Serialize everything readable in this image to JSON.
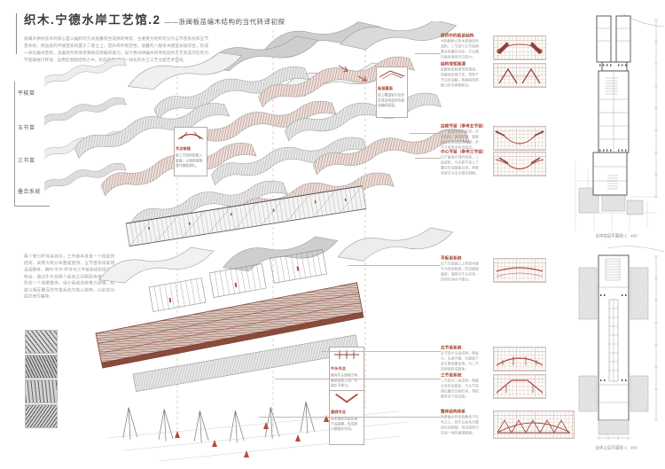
{
  "colors": {
    "accent": "#a8402f",
    "brick": "#8c4038",
    "red": "#b5483a",
    "timber": "#8a4a3c"
  },
  "header": {
    "title": "织木.宁德水岸工艺馆.2",
    "subtitle": "——浙闽板苗编木结构的当代转译初探",
    "paragraph": [
      "浙闽木拱桥技术的核心是以编织的方式层叠咬合成拱的骨架，主要受力结构可分为三节苗系统和五节苗系统，附加层的平梭苗系统置于二者之上，提升杆件稳定性。层叠的八根条木相互穿插咬合，形成一体化编木结构，具备现代桥梁承受各向荷载的能力。设计尝试将编木的传统造桥工艺及其内在的力学逻辑进行转译，运用在屋面结构之中，形成结构-空间一体化的乡土工艺主题艺术空间。"
    ]
  },
  "legend": {
    "items": [
      "平梭苗",
      "五节苗",
      "三节苗",
      "叠合系统"
    ]
  },
  "left_note": {
    "lines": [
      "两个受力杆件系统中，三节苗本身是一个稳定的结构，采用大跨分布整座屋顶；五节苗系统柔韧且成整体，横向“牛头”杆件与三节苗系统形成互相咬合，通过牛头在两个系统之间相互传递荷载，形成一个完整整体。设计延续这种受力逻辑，将苗以相互叠压的节苗系统为核心结构，以此划分层次进行编排。"
    ]
  },
  "callouts": [
    {
      "title": "节点穿插",
      "lines": [
        "取三节苗拱架置入",
        "屋面，以钢质抱箍",
        "替代麻筋绑扎。"
      ]
    },
    {
      "title": "板苗屋面",
      "lines": [
        "苗上覆望板与瓦作",
        "形成连续起伏的板",
        "苗编织屋面。"
      ]
    },
    {
      "title": "牛头节点",
      "lines": [
        "横向牛头穿插于两",
        "套苗系统之间，传",
        "递水平推力。"
      ]
    },
    {
      "title": "悬挑节点",
      "lines": [
        "苗木端部出挑反翘",
        "下设斜撑，形成檐",
        "口悬挑灰空间。"
      ]
    }
  ],
  "annotations": [
    {
      "title": "原桥中的板苗结构",
      "lines": [
        "木拱廊桥以条木穿插咬合",
        "成拱，三节苗与五节苗两",
        "套系统叠压共存，牛头横",
        "向联系使其均匀受力。"
      ]
    },
    {
      "title": "结构弯矩推演",
      "lines": [
        "取廊桥结构做弯矩推演，",
        "荷载经桥面下传，弯矩于",
        "节点处消解，两端斜苗将",
        "推力传至两侧桥台。"
      ]
    },
    {
      "title": "边梭节苗（参考五节苗）",
      "lines": [
        "位于屋面两侧的长苗，分",
        "段搭接、端部反翘，使屋",
        "面形成连续起伏曲线，并",
        "与下层苗木咬合固定。"
      ]
    },
    {
      "title": "中心节苗（参考三节苗）",
      "lines": [
        "位于屋面中部的短苗，三",
        "段成拱，与边梭节苗上下",
        "叠压形成屋面谷线，两套",
        "系统互为支点相互制衡。"
      ]
    },
    {
      "title": "平板苗系统",
      "lines": [
        "在下凹曲面之上将苗木展",
        "平为连续板面，形成屋面",
        "基层；端部与牛头咬合，",
        "协同传递水平推力。"
      ]
    },
    {
      "title": "五节苗系统",
      "lines": [
        "五节苗分五段成拱，跨度",
        "大、矢高平缓，为屋面下",
        "层主要承重系统，与三节",
        "苗穿插形成整体。"
      ]
    },
    {
      "title": "三节苗系统",
      "lines": [
        "三节苗分三段成拱，刚度",
        "大且形态稳定，与五节苗",
        "错位叠压互相约束，将荷",
        "载传至下部支座。"
      ]
    },
    {
      "title": "整体结构体系",
      "lines": [
        "两套编木拱系统叠合于柱",
        "列之上，经牛头联系为整",
        "体空间网架，形成结构与",
        "空间一体的展馆屋面。"
      ]
    }
  ],
  "plans": [
    {
      "caption": "全体底层平面图 1：400"
    },
    {
      "caption": "全体上层平面图 1：400"
    }
  ]
}
